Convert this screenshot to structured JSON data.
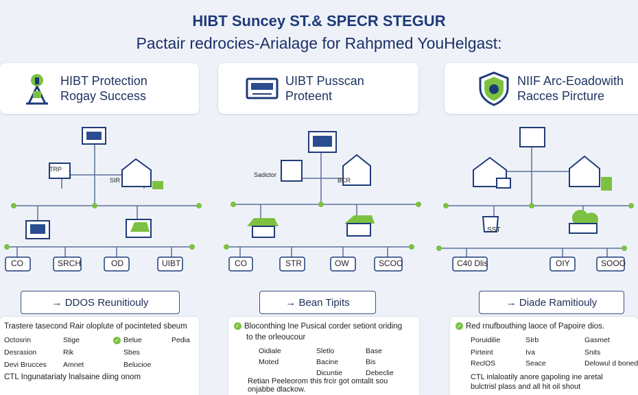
{
  "header": {
    "title": "HIBT Suncey ST.& SPECR STEGUR",
    "subtitle": "Pactair redrocies-Arialage for Rahpmed YouHelgast:"
  },
  "cards": [
    {
      "line1": "HIBT Protection",
      "line2": "Rogay Success",
      "icon": "antenna-icon"
    },
    {
      "line1": "UIBT Pusscan",
      "line2": "Proteent",
      "icon": "monitor-icon"
    },
    {
      "line1": "NIIF Arc-Eoadowith",
      "line2": "Racces Pircture",
      "icon": "shield-icon"
    }
  ],
  "networks": [
    {
      "device_labels": [
        "TRP",
        "SIR"
      ],
      "leaves": [
        "CO",
        "SRCH",
        "OD",
        "UIBT"
      ]
    },
    {
      "device_labels": [
        "Sadictor",
        "BCR"
      ],
      "leaves": [
        "CO",
        "STR",
        "OW",
        "SCOO"
      ]
    },
    {
      "device_labels": [
        "SST"
      ],
      "leaves": [
        "C40 Dlis",
        "OIY",
        "SOOO"
      ]
    }
  ],
  "buttons": [
    {
      "label": "→ DDOS Reunitiouly",
      "arrow": "arrow-right-icon"
    },
    {
      "label": "→ Bean Tipits",
      "arrow": "arrow-right-icon"
    },
    {
      "label": "→ Diade Ramitiouly",
      "arrow": "arrow-right-icon"
    }
  ],
  "panels": [
    {
      "intro": "Trastere tasecond Rair oloplute of pocinteted sbeum",
      "rows": [
        [
          "Octosrin",
          "Stige",
          "Belue",
          "Pedia"
        ],
        [
          "Desrasion",
          "Rik",
          "Sbes",
          ""
        ],
        [
          "Devi Brucces",
          "Amnet",
          "Belucioe",
          ""
        ]
      ],
      "footer": "CTL Ingunatariaty lnalsaine diing onom"
    },
    {
      "intro": "Bloconthing Ine Pusical corder setiont oriding",
      "intro2": "to the orleoucour",
      "rows": [
        [
          "Oidiale",
          "Sletlo",
          "Base"
        ],
        [
          "Moted",
          "Bacine",
          "Bis"
        ],
        [
          "",
          "Dicuntie",
          "Debeclie"
        ]
      ],
      "footer": "Retian Peeleorom this frcir got omtalit sou",
      "footer2": "onjabbe dlackow."
    },
    {
      "intro": "Red rnufbouthing laoce of Papoire dios.",
      "rows": [
        [
          "Poruidilie",
          "SIrb",
          "Gasmet"
        ],
        [
          "Pirteint",
          "Iva",
          "Snits"
        ],
        [
          "ReclOS",
          "Seace",
          "Delowul d boned"
        ]
      ],
      "footer": "CTL inlaloatily anore gapoling ine aretal",
      "footer2": "bulctrisl plass and all hit oil shout"
    }
  ],
  "colors": {
    "accent": "#7cc142",
    "navy": "#1e3a78",
    "line": "#5a6e9a"
  }
}
